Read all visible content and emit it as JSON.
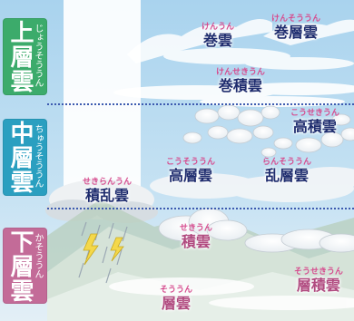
{
  "layers": [
    {
      "id": "upper",
      "label": "上層雲",
      "reading": "じょうそううん",
      "color": "#3cab6b"
    },
    {
      "id": "middle",
      "label": "中層雲",
      "reading": "ちゅうそううん",
      "color": "#2a9fc0"
    },
    {
      "id": "lower",
      "label": "下層雲",
      "reading": "かそううん",
      "color": "#c36b98"
    }
  ],
  "clouds": {
    "cirrus": {
      "name": "巻雲",
      "reading": "けんうん"
    },
    "cirrostratus": {
      "name": "巻層雲",
      "reading": "けんそううん"
    },
    "cirrocumulus": {
      "name": "巻積雲",
      "reading": "けんせきうん"
    },
    "altocumulus": {
      "name": "高積雲",
      "reading": "こうせきうん"
    },
    "altostratus": {
      "name": "高層雲",
      "reading": "こうそううん"
    },
    "nimbostratus": {
      "name": "乱層雲",
      "reading": "らんそううん"
    },
    "cumulonimbus": {
      "name": "積乱雲",
      "reading": "せきらんうん"
    },
    "cumulus": {
      "name": "積雲",
      "reading": "せきうん"
    },
    "stratocumulus": {
      "name": "層積雲",
      "reading": "そうせきうん"
    },
    "stratus": {
      "name": "層雲",
      "reading": "そううん"
    }
  },
  "colors": {
    "sky": "#bcdcf0",
    "upper_text": "#1e2c6e",
    "lower_text": "#b04a7f",
    "reading": "#d64d8f",
    "divider": "#3d5bb0"
  }
}
